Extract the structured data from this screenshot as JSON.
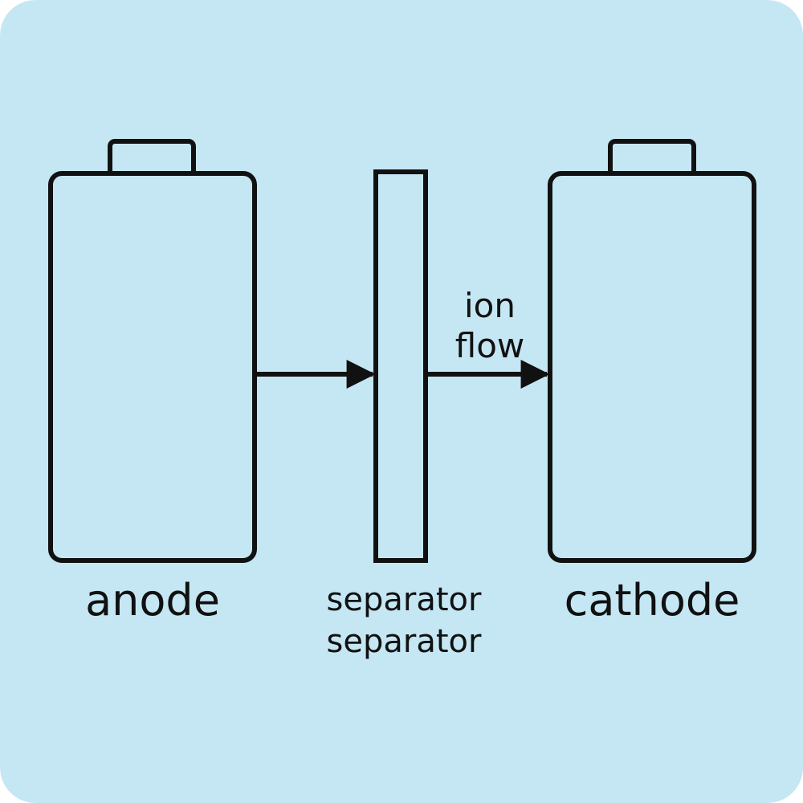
{
  "diagram": {
    "colors": {
      "background": "#c4e7f3",
      "stroke": "#111111"
    },
    "labels": {
      "anode": "anode",
      "separator_line1": "separator",
      "separator_line2": "separator",
      "ion_line1": "ion",
      "ion_line2": "flow",
      "cathode": "cathode"
    },
    "icons": {
      "anode": "battery-icon",
      "cathode": "battery-icon",
      "separator": "separator-plate",
      "arrows": "arrow-right-icon"
    }
  }
}
